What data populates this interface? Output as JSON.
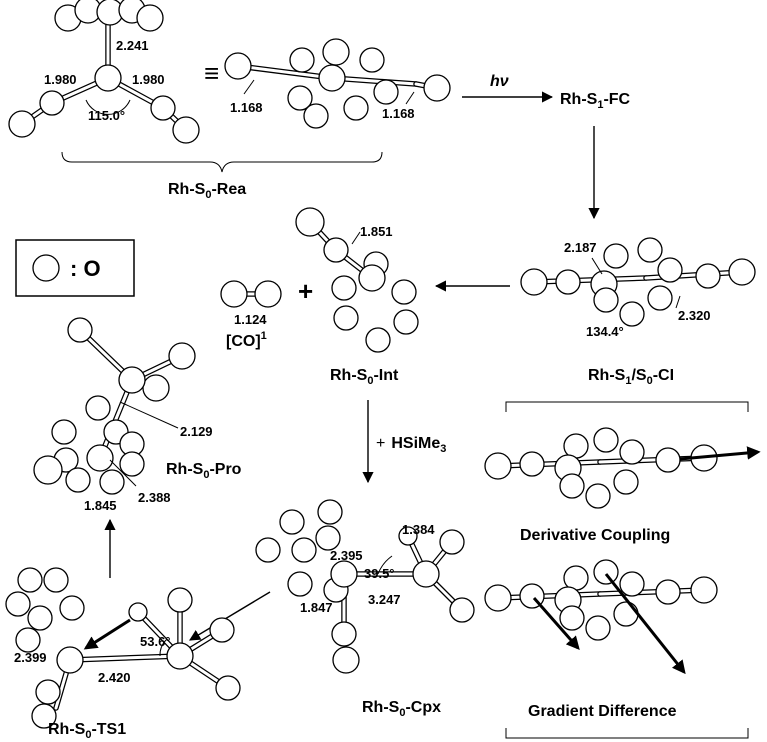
{
  "structures": {
    "rea": {
      "name": "Rh-S",
      "name_sub": "0",
      "name_tail": "-Rea",
      "d1": "2.241",
      "d2": "1.980",
      "d3": "1.980",
      "angle": "115.0°",
      "equiv": "≡",
      "d4": "1.168",
      "d5": "1.168"
    },
    "fc": {
      "name": "Rh-S",
      "name_sub": "1",
      "name_tail": "-FC",
      "arrow_label": "hν"
    },
    "ci": {
      "name_a": "Rh-S",
      "name_sub1": "1",
      "name_mid": "/S",
      "name_sub2": "0",
      "name_tail": "-CI",
      "d1": "2.187",
      "d2": "2.320",
      "angle": "134.4°"
    },
    "int": {
      "name": "Rh-S",
      "name_sub": "0",
      "name_tail": "-Int",
      "d1": "1.851",
      "plus": "+"
    },
    "co": {
      "d1": "1.124",
      "name": "[CO]",
      "name_sup": "1"
    },
    "legend": {
      "symbol_label": ": O"
    },
    "pro": {
      "name": "Rh-S",
      "name_sub": "0",
      "name_tail": "-Pro",
      "d1": "2.129",
      "d2": "2.388",
      "d3": "1.845"
    },
    "reagent": {
      "plus": "+",
      "text": "HSiMe",
      "sub": "3"
    },
    "cpx": {
      "name": "Rh-S",
      "name_sub": "0",
      "name_tail": "-Cpx",
      "d1": "1.384",
      "d2": "2.395",
      "angle": "39.5°",
      "d3": "1.847",
      "d4": "3.247"
    },
    "ts1": {
      "name": "Rh-S",
      "name_sub": "0",
      "name_tail": "-TS1",
      "d1": "2.399",
      "angle": "53.6°",
      "d2": "2.420"
    },
    "dc": {
      "label": "Derivative Coupling"
    },
    "gd": {
      "label": "Gradient Difference"
    }
  }
}
